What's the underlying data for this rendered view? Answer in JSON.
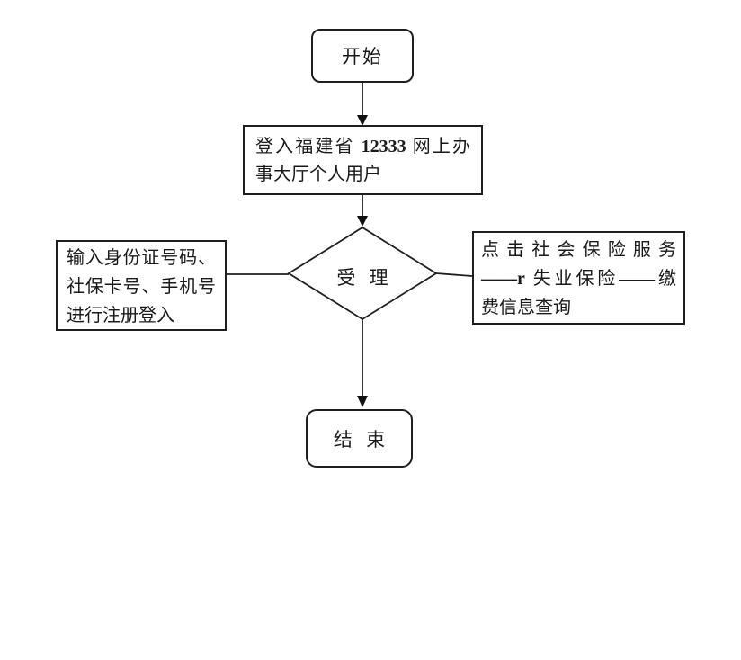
{
  "canvas": {
    "background": "#ffffff",
    "line_color": "#1f1f1f",
    "text_color": "#1a1a1a"
  },
  "flowchart": {
    "start": {
      "label": "开始"
    },
    "login": {
      "line1_segments": [
        {
          "text": "登入福建省 ",
          "bold": false
        },
        {
          "text": "12333",
          "bold": true
        },
        {
          "text": " 网上办",
          "bold": false
        }
      ],
      "line2": "事大厅个人用户"
    },
    "decision": {
      "label": "受 理"
    },
    "left_branch": {
      "lines": [
        "输入身份证号码、",
        "社保卡号、手机号",
        "进行注册登入"
      ]
    },
    "right_branch": {
      "line1": "点击社会保险服务",
      "line2_segments": [
        {
          "text": "——r",
          "bold": true
        },
        {
          "text": " 失业保险——缴",
          "bold": false
        }
      ],
      "line3": "费信息查询"
    },
    "end": {
      "label": "结 束"
    }
  }
}
